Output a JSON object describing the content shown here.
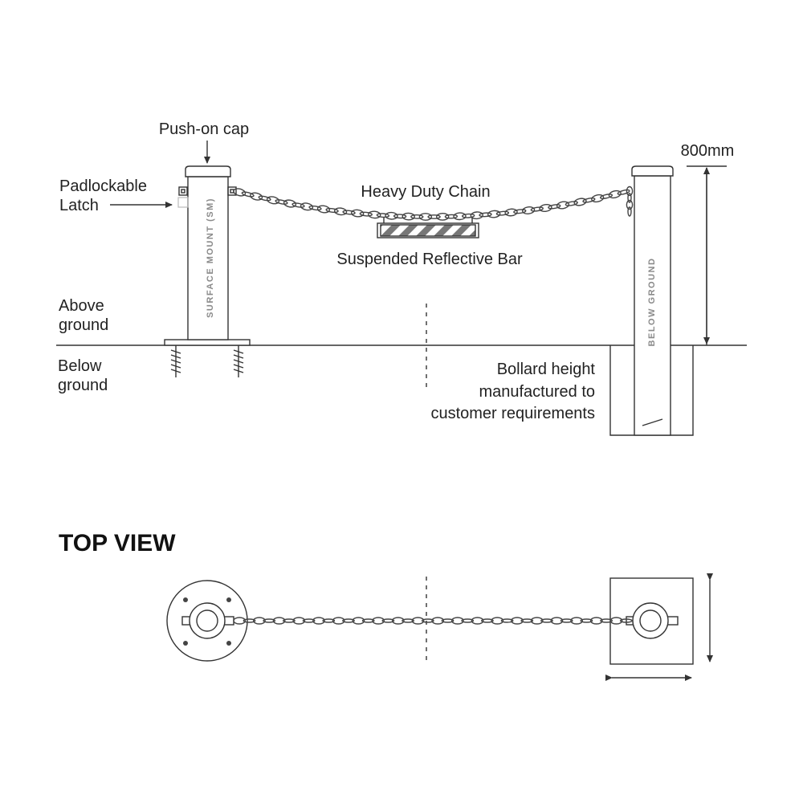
{
  "labels": {
    "push_on_cap": "Push-on cap",
    "padlockable_latch_1": "Padlockable",
    "padlockable_latch_2": "Latch",
    "heavy_duty_chain": "Heavy Duty Chain",
    "suspended_reflective_bar": "Suspended Reflective Bar",
    "above_ground_1": "Above",
    "above_ground_2": "ground",
    "below_ground_1": "Below",
    "below_ground_2": "ground",
    "bollard_height_1": "Bollard height",
    "bollard_height_2": "manufactured to",
    "bollard_height_3": "customer requirements",
    "height_dimension": "800mm",
    "surface_mount_post": "SURFACE MOUNT (SM)",
    "below_ground_post": "BELOW GROUND",
    "top_view_title": "TOP VIEW"
  },
  "colors": {
    "line": "#333333",
    "text": "#222222",
    "post_text": "#8a8a8a",
    "stripe": "#777777"
  }
}
